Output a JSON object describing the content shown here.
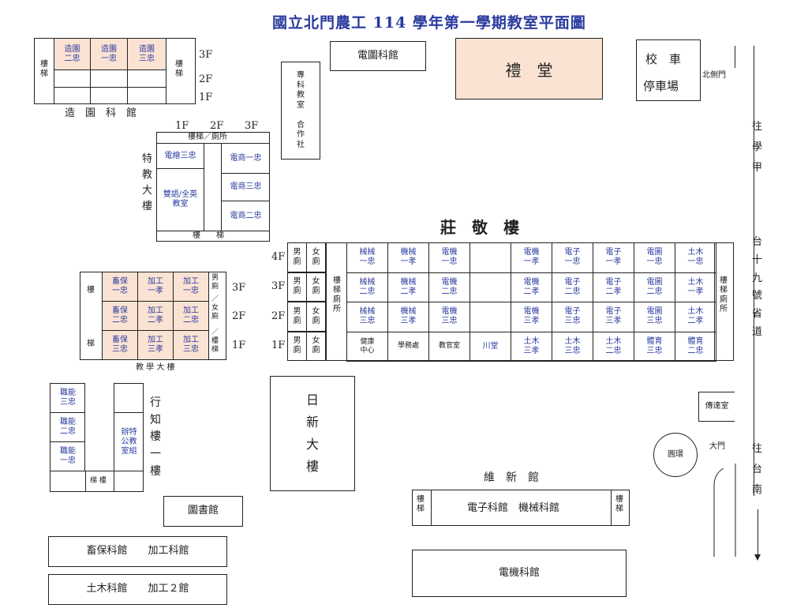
{
  "title": "國立北門農工 114 學年第一學期教室平面圖",
  "floors3": [
    "3F",
    "2F",
    "1F"
  ],
  "floors4": [
    "4F",
    "3F",
    "2F",
    "1F"
  ],
  "zaoyuan": {
    "rooms": [
      "造園\n二忠",
      "造園\n一忠",
      "造園\n三忠"
    ],
    "stair_left": "樓\n梯",
    "stair_right": "樓\n梯",
    "caption": "造　園　科　館"
  },
  "tianji": "電圖科館",
  "litang": "禮　堂",
  "bus_parking": {
    "line1": "校　車",
    "line2": "停車場"
  },
  "north_gate": "北側門",
  "right_road_top": "往\n學\n甲",
  "right_road_mid": "台\n十\n九\n號\n省\n道",
  "right_road_bottom": "往\n台\n南",
  "zhuanke": "專\n科\n教\n室\n\n合\n作\n社",
  "tejiao": {
    "floors": [
      "1F",
      "2F",
      "3F"
    ],
    "top": "樓梯／廁所",
    "left1": "電繪三忠",
    "left2": "雙語/全英\n教室",
    "right": [
      "電商一忠",
      "電商三忠",
      "電商二忠"
    ],
    "bottom": "樓　　梯",
    "name": "特\n教\n大\n樓"
  },
  "zhuangjing": {
    "name": "莊　敬　樓",
    "toilet_m": "男\n廁",
    "toilet_f": "女\n廁",
    "stair_left": "樓\n梯\n廁\n所",
    "stair_right": "樓\n梯\n廁\n所",
    "rows": [
      [
        "械械\n一忠",
        "機械\n一孝",
        "電機\n一忠",
        "",
        "電機\n一孝",
        "電子\n一忠",
        "電子\n一孝",
        "電圖\n一忠",
        "土木\n一忠"
      ],
      [
        "械械\n二忠",
        "機械\n二孝",
        "電機\n二忠",
        "",
        "電機\n二孝",
        "電子\n二忠",
        "電子\n二孝",
        "電圖\n二忠",
        "土木\n一孝"
      ],
      [
        "械械\n三忠",
        "機械\n三孝",
        "電機\n三忠",
        "",
        "電機\n三孝",
        "電子\n三忠",
        "電子\n三孝",
        "電圖\n三忠",
        "土木\n二孝"
      ],
      [
        "健康\n中心",
        "學務處",
        "教官室",
        "川堂",
        "土木\n三孝",
        "土木\n三忠",
        "土木\n二忠",
        "體育\n三忠",
        "體育\n二忠"
      ]
    ]
  },
  "jiaoxue": {
    "name": "教 學 大 樓",
    "stair_top": "樓",
    "stair_bottom": "梯",
    "rows": [
      [
        "畜保\n一忠",
        "加工\n一孝",
        "加工\n一忠"
      ],
      [
        "畜保\n二忠",
        "加工\n二孝",
        "加工\n二忠"
      ],
      [
        "畜保\n三忠",
        "加工\n三孝",
        "加工\n三忠"
      ]
    ],
    "right": [
      "男\n廁",
      "／\n女\n廁",
      "／\n樓\n梯"
    ]
  },
  "xingzhi": {
    "rooms": [
      "職能\n三忠",
      "職能\n二忠",
      "職能\n一忠"
    ],
    "office": "辦特\n公教\n室組",
    "stairs": "梯 樓",
    "name": "行\n知\n樓\n一\n樓"
  },
  "rixin": "日\n新\n大\n樓",
  "library": "圖書館",
  "weixin": {
    "name": "維　新　館",
    "stair": "樓\n梯",
    "center": "電子科館　機械科館"
  },
  "dianji": "電機科館",
  "chuanda": "傳達室",
  "yuanhuan": "圓環",
  "main_gate": "大門",
  "bottom1": "畜保科館　　加工科館",
  "bottom2": "土木科館　　加工２館"
}
